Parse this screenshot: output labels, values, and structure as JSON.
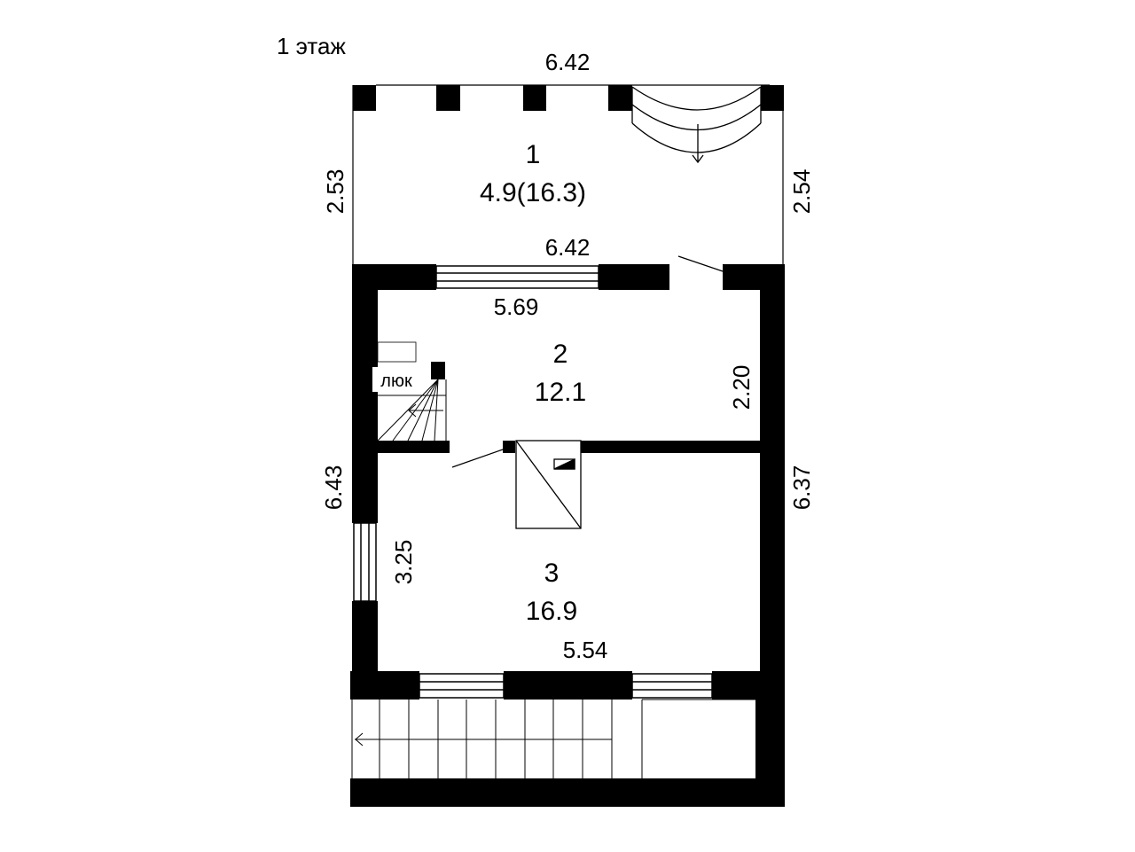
{
  "floor_title": "1 этаж",
  "colors": {
    "wall": "#000000",
    "line": "#000000",
    "background": "#ffffff"
  },
  "rooms": [
    {
      "number": "1",
      "area": "4.9(16.3)"
    },
    {
      "number": "2",
      "area": "12.1"
    },
    {
      "number": "3",
      "area": "16.9"
    }
  ],
  "dimensions": {
    "top_width": "6.42",
    "room1_left": "2.53",
    "room1_right": "2.54",
    "room1_bottom": "6.42",
    "room2_top_inner": "5.69",
    "room2_right": "2.20",
    "left_total": "6.43",
    "right_total": "6.37",
    "room3_left": "3.25",
    "room3_bottom": "5.54"
  },
  "hatch_label": "люк"
}
